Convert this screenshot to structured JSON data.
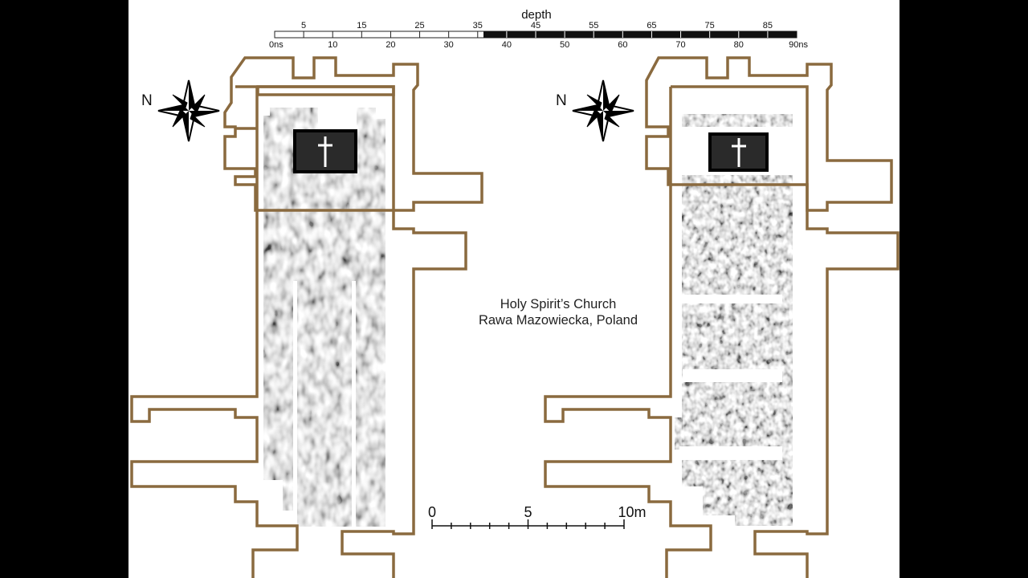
{
  "depth_bar": {
    "title": "depth",
    "top_labels": [
      "5",
      "15",
      "25",
      "35",
      "45",
      "55",
      "65",
      "75",
      "85"
    ],
    "bottom_labels": [
      "0ns",
      "10",
      "20",
      "30",
      "40",
      "50",
      "60",
      "70",
      "80",
      "90ns"
    ],
    "highlight_from_ns": 36,
    "range_ns": [
      0,
      90
    ]
  },
  "north_label": "N",
  "caption": {
    "line1": "Holy Spirit’s Church",
    "line2": "Rawa Mazowiecka, Poland"
  },
  "scale_bar": {
    "labels": [
      "0",
      "5",
      "10m"
    ],
    "range_m": [
      0,
      10
    ],
    "unit": "m"
  },
  "colors": {
    "outline": "#8a6a3f",
    "frame": "#000000",
    "background": "#ffffff"
  },
  "icons": [
    "compass-rose-icon",
    "cross-icon"
  ]
}
